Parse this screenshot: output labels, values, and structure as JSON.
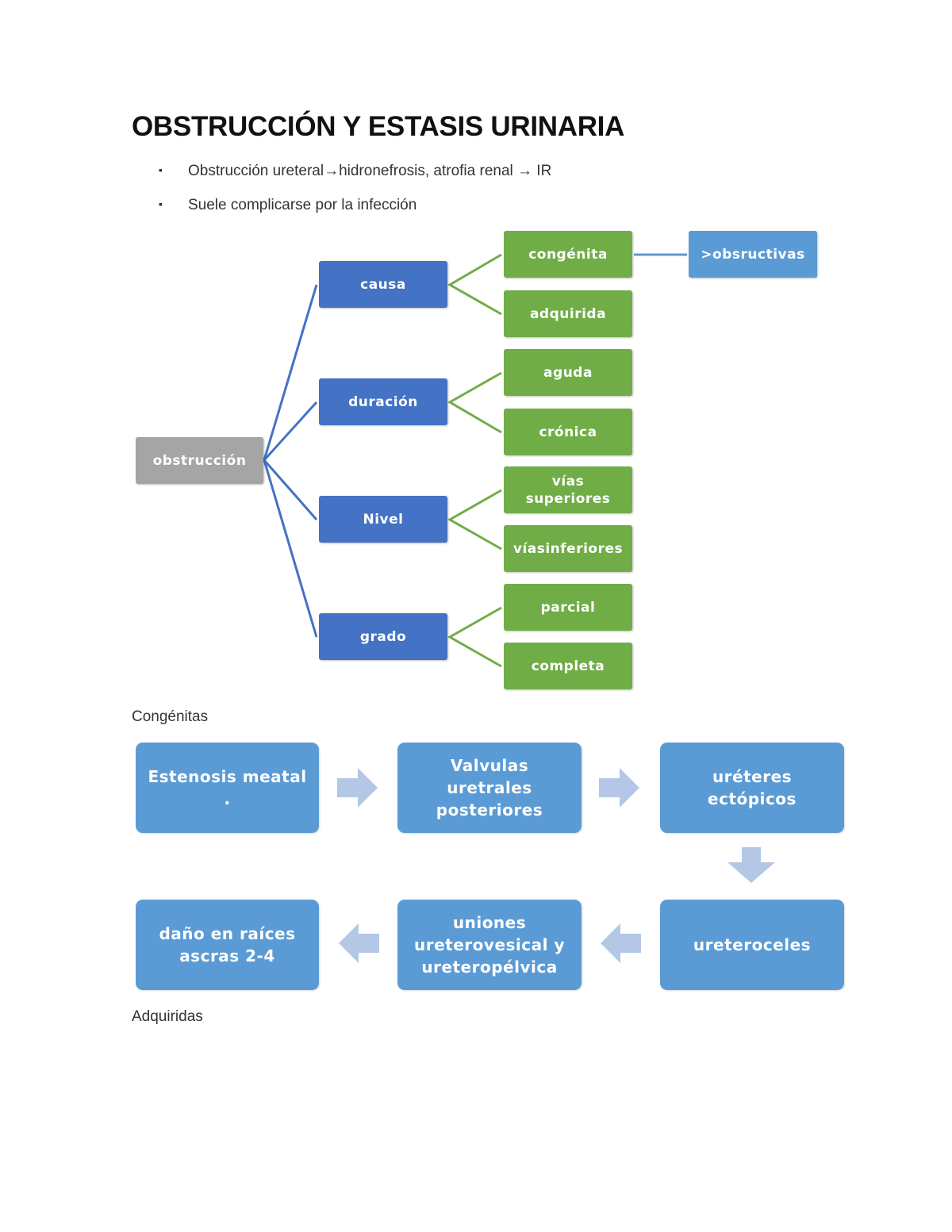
{
  "title": "OBSTRUCCIÓN Y ESTASIS URINARIA",
  "bullets": [
    {
      "mark": "▪",
      "text": "Obstrucción ureteral→hidronefrosis, atrofia renal → IR"
    },
    {
      "mark": "▪",
      "text": "Suele complicarse por la infección"
    }
  ],
  "tree": {
    "root": "obstrucción",
    "branches": [
      {
        "label": "causa",
        "children": [
          "congénita",
          "adquirida"
        ]
      },
      {
        "label": "duración",
        "children": [
          "aguda",
          "crónica"
        ]
      },
      {
        "label": "Nivel",
        "children": [
          "vías superiores",
          "víasinferiores"
        ]
      },
      {
        "label": "grado",
        "children": [
          "parcial",
          "completa"
        ]
      }
    ],
    "extra": ">obsructivas"
  },
  "sections": {
    "congenitas": "Congénitas",
    "adquiridas": "Adquiridas"
  },
  "flow": {
    "steps": [
      "Estenosis meatal .",
      "Valvulas uretrales posteriores",
      "uréteres ectópicos",
      "ureteroceles",
      "uniones ureterovesical y ureteropélvica",
      "daño en raíces ascras 2-4"
    ]
  },
  "colors": {
    "root": "#a5a5a5",
    "branch": "#4472c4",
    "leaf": "#70ad47",
    "flow": "#5b9bd5",
    "arrow": "#b4c7e7"
  }
}
